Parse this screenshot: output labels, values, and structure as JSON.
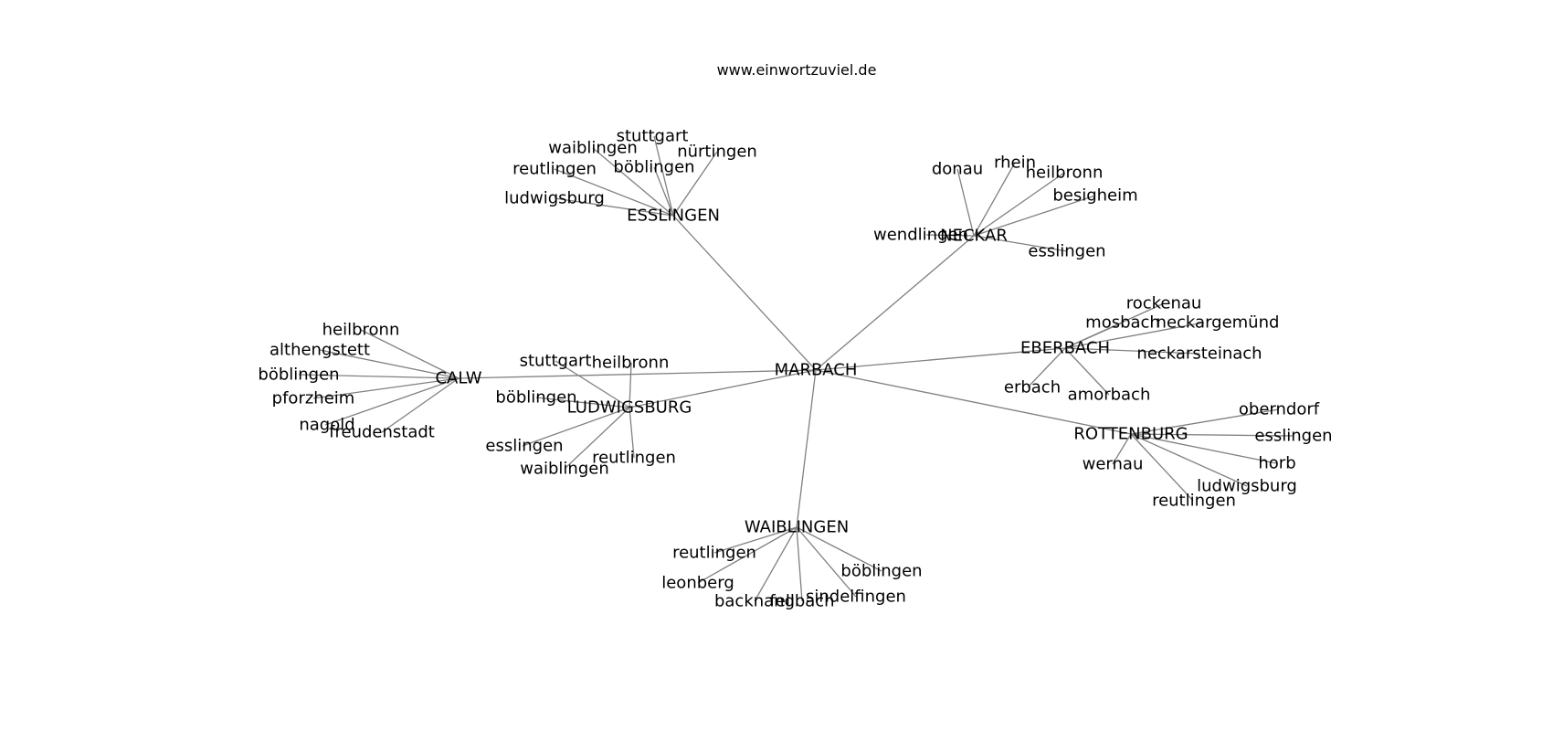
{
  "header": {
    "site": "www.einwortzuviel.de"
  },
  "colors": {
    "edge": "#808080",
    "text": "#000000",
    "background": "#ffffff"
  },
  "graph": {
    "root": "MARBACH",
    "nodes": [
      {
        "id": "marbach",
        "label": "MARBACH",
        "parent": null
      },
      {
        "id": "esslingen_hub",
        "label": "ESSLINGEN",
        "parent": "marbach"
      },
      {
        "id": "neckar_hub",
        "label": "NECKAR",
        "parent": "marbach"
      },
      {
        "id": "eberbach_hub",
        "label": "EBERBACH",
        "parent": "marbach"
      },
      {
        "id": "rottenburg_hub",
        "label": "ROTTENBURG",
        "parent": "marbach"
      },
      {
        "id": "waiblingen_hub",
        "label": "WAIBLINGEN",
        "parent": "marbach"
      },
      {
        "id": "ludwigsburg_hub",
        "label": "LUDWIGSBURG",
        "parent": "marbach"
      },
      {
        "id": "calw_hub",
        "label": "CALW",
        "parent": "marbach"
      },
      {
        "id": "es_stuttgart",
        "label": "stuttgart",
        "parent": "esslingen_hub"
      },
      {
        "id": "es_waiblingen",
        "label": "waiblingen",
        "parent": "esslingen_hub"
      },
      {
        "id": "es_nuertingen",
        "label": "nürtingen",
        "parent": "esslingen_hub"
      },
      {
        "id": "es_reutlingen",
        "label": "reutlingen",
        "parent": "esslingen_hub"
      },
      {
        "id": "es_boeblingen",
        "label": "böblingen",
        "parent": "esslingen_hub"
      },
      {
        "id": "es_ludwigsburg",
        "label": "ludwigsburg",
        "parent": "esslingen_hub"
      },
      {
        "id": "ne_donau",
        "label": "donau",
        "parent": "neckar_hub"
      },
      {
        "id": "ne_rhein",
        "label": "rhein",
        "parent": "neckar_hub"
      },
      {
        "id": "ne_heilbronn",
        "label": "heilbronn",
        "parent": "neckar_hub"
      },
      {
        "id": "ne_besigheim",
        "label": "besigheim",
        "parent": "neckar_hub"
      },
      {
        "id": "ne_wendlingen",
        "label": "wendlingen",
        "parent": "neckar_hub"
      },
      {
        "id": "ne_esslingen",
        "label": "esslingen",
        "parent": "neckar_hub"
      },
      {
        "id": "eb_rockenau",
        "label": "rockenau",
        "parent": "eberbach_hub"
      },
      {
        "id": "eb_mosbach",
        "label": "mosbach",
        "parent": "eberbach_hub"
      },
      {
        "id": "eb_neckargemuend",
        "label": "neckargemünd",
        "parent": "eberbach_hub"
      },
      {
        "id": "eb_neckarsteinach",
        "label": "neckarsteinach",
        "parent": "eberbach_hub"
      },
      {
        "id": "eb_erbach",
        "label": "erbach",
        "parent": "eberbach_hub"
      },
      {
        "id": "eb_amorbach",
        "label": "amorbach",
        "parent": "eberbach_hub"
      },
      {
        "id": "ro_oberndorf",
        "label": "oberndorf",
        "parent": "rottenburg_hub"
      },
      {
        "id": "ro_esslingen",
        "label": "esslingen",
        "parent": "rottenburg_hub"
      },
      {
        "id": "ro_wernau",
        "label": "wernau",
        "parent": "rottenburg_hub"
      },
      {
        "id": "ro_horb",
        "label": "horb",
        "parent": "rottenburg_hub"
      },
      {
        "id": "ro_ludwigsburg",
        "label": "ludwigsburg",
        "parent": "rottenburg_hub"
      },
      {
        "id": "ro_reutlingen",
        "label": "reutlingen",
        "parent": "rottenburg_hub"
      },
      {
        "id": "wa_reutlingen",
        "label": "reutlingen",
        "parent": "waiblingen_hub"
      },
      {
        "id": "wa_leonberg",
        "label": "leonberg",
        "parent": "waiblingen_hub"
      },
      {
        "id": "wa_backnang",
        "label": "backnang",
        "parent": "waiblingen_hub"
      },
      {
        "id": "wa_fellbach",
        "label": "fellbach",
        "parent": "waiblingen_hub"
      },
      {
        "id": "wa_sindelfingen",
        "label": "sindelfingen",
        "parent": "waiblingen_hub"
      },
      {
        "id": "wa_boeblingen",
        "label": "böblingen",
        "parent": "waiblingen_hub"
      },
      {
        "id": "lu_stuttgart",
        "label": "stuttgart",
        "parent": "ludwigsburg_hub"
      },
      {
        "id": "lu_heilbronn",
        "label": "heilbronn",
        "parent": "ludwigsburg_hub"
      },
      {
        "id": "lu_boeblingen",
        "label": "böblingen",
        "parent": "ludwigsburg_hub"
      },
      {
        "id": "lu_esslingen",
        "label": "esslingen",
        "parent": "ludwigsburg_hub"
      },
      {
        "id": "lu_waiblingen",
        "label": "waiblingen",
        "parent": "ludwigsburg_hub"
      },
      {
        "id": "lu_reutlingen",
        "label": "reutlingen",
        "parent": "ludwigsburg_hub"
      },
      {
        "id": "ca_heilbronn",
        "label": "heilbronn",
        "parent": "calw_hub"
      },
      {
        "id": "ca_althengstett",
        "label": "althengstett",
        "parent": "calw_hub"
      },
      {
        "id": "ca_boeblingen",
        "label": "böblingen",
        "parent": "calw_hub"
      },
      {
        "id": "ca_pforzheim",
        "label": "pforzheim",
        "parent": "calw_hub"
      },
      {
        "id": "ca_nagold",
        "label": "nagold",
        "parent": "calw_hub"
      },
      {
        "id": "ca_freudenstadt",
        "label": "freudenstadt",
        "parent": "calw_hub"
      }
    ]
  }
}
